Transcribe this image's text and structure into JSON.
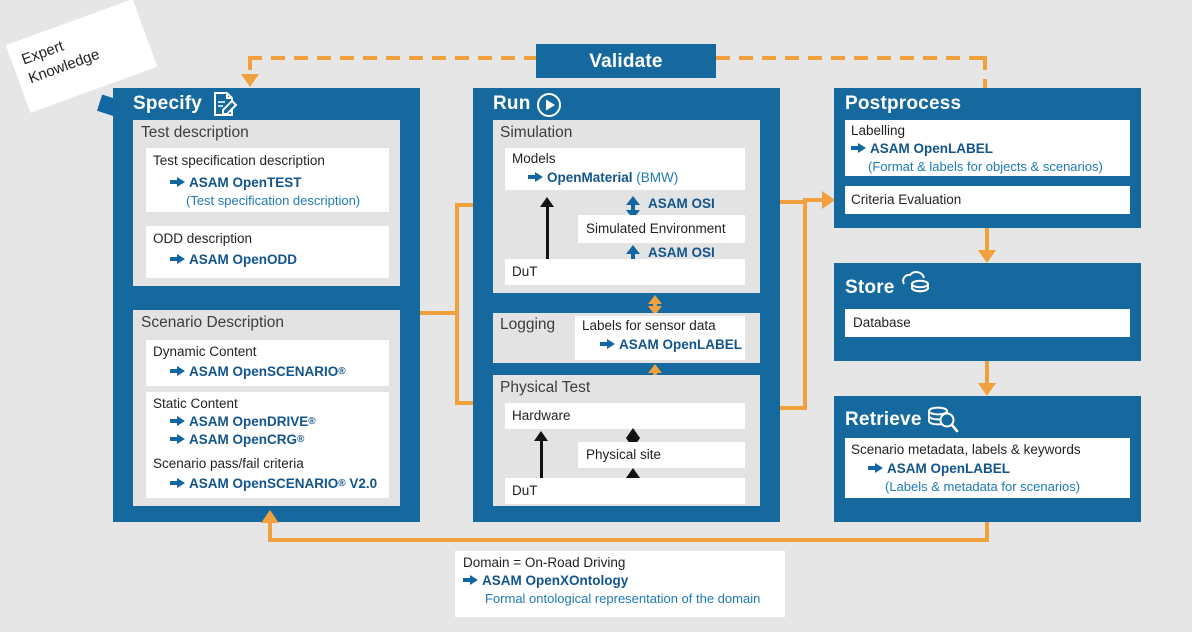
{
  "expert_knowledge": {
    "line1": "Expert",
    "line2": "Knowledge"
  },
  "validate": {
    "label": "Validate"
  },
  "specify": {
    "title": "Specify",
    "icon": "document-pencil-icon",
    "test_description": {
      "heading": "Test description",
      "items": [
        {
          "label": "Test specification description",
          "link": "ASAM OpenTEST",
          "note": "(Test specification description)"
        },
        {
          "label": "ODD description",
          "link": "ASAM OpenODD",
          "note": ""
        }
      ]
    },
    "scenario_description": {
      "heading": "Scenario Description",
      "items": [
        {
          "label": "Dynamic Content",
          "links": [
            "ASAM OpenSCENARIO®"
          ]
        },
        {
          "label": "Static Content",
          "links": [
            "ASAM OpenDRIVE®",
            "ASAM OpenCRG®"
          ]
        },
        {
          "label": "Scenario pass/fail criteria",
          "links": [
            "ASAM OpenSCENARIO® V2.0"
          ]
        }
      ]
    }
  },
  "run": {
    "title": "Run",
    "icon": "play-icon",
    "simulation": {
      "heading": "Simulation",
      "models_label": "Models",
      "models_link": "OpenMaterial",
      "models_owner": "(BMW)",
      "simulated_environment": "Simulated Environment",
      "dut": "DuT",
      "osi_top": "ASAM OSI",
      "osi_bottom": "ASAM OSI"
    },
    "logging": {
      "heading": "Logging",
      "label": "Labels for sensor data",
      "link": "ASAM OpenLABEL"
    },
    "physical_test": {
      "heading": "Physical Test",
      "hardware": "Hardware",
      "physical_site": "Physical site",
      "dut": "DuT"
    }
  },
  "postprocess": {
    "title": "Postprocess",
    "labelling_heading": "Labelling",
    "labelling_link": "ASAM OpenLABEL",
    "labelling_note": "(Format & labels for objects & scenarios)",
    "criteria": "Criteria Evaluation"
  },
  "store": {
    "title": "Store",
    "icon": "cloud-database-icon",
    "database": "Database"
  },
  "retrieve": {
    "title": "Retrieve",
    "icon": "database-search-icon",
    "metadata_label": "Scenario metadata, labels & keywords",
    "link": "ASAM OpenLABEL",
    "note": "(Labels & metadata for scenarios)"
  },
  "domain": {
    "label": "Domain = On-Road Driving",
    "link": "ASAM OpenXOntology",
    "note": "Formal ontological representation of the domain"
  },
  "colors": {
    "panel_blue": "#15699e",
    "orange": "#f0a03c",
    "link_blue": "#12548c",
    "sub_blue": "#1f7ab5",
    "background": "#e6e6e6"
  }
}
